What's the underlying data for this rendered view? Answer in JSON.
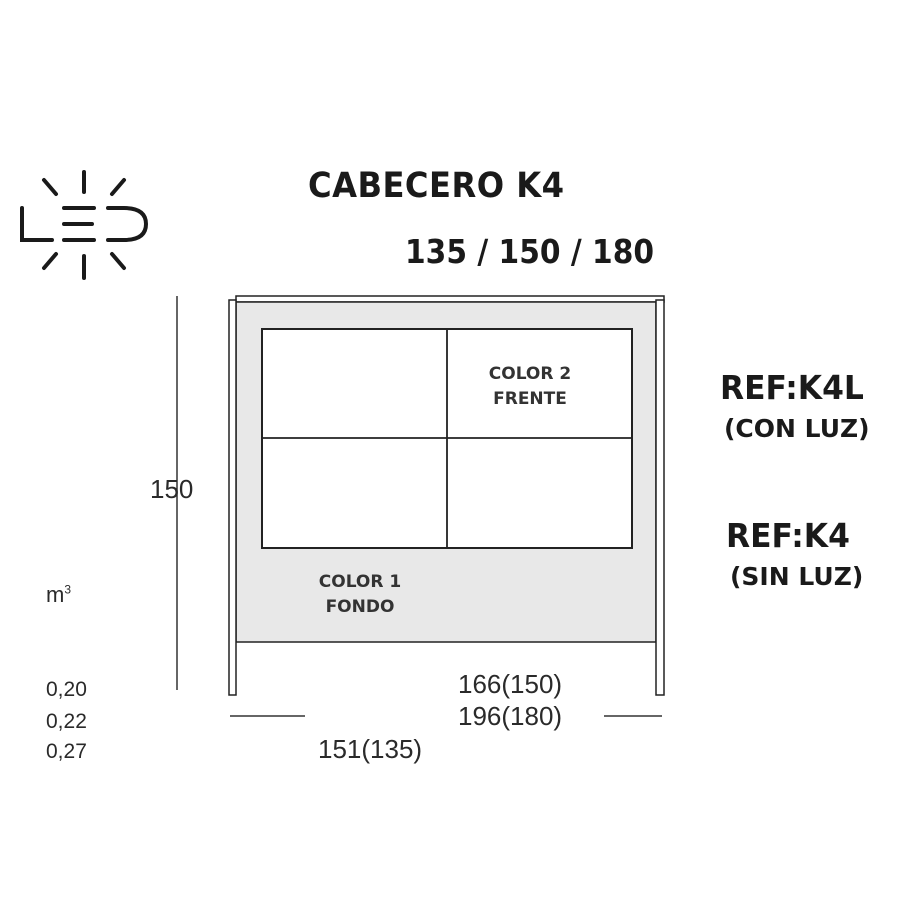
{
  "title": "CABECERO K4",
  "sizes": "135 / 150 / 180",
  "refs": [
    {
      "code": "REF:K4L",
      "note": "(CON LUZ)"
    },
    {
      "code": "REF:K4",
      "note": "(SIN LUZ)"
    }
  ],
  "dimensions": {
    "height": "150",
    "width_inner": "166(150)",
    "width_outer": "196(180)",
    "width_base": "151(135)"
  },
  "labels": {
    "color2_line1": "COLOR 2",
    "color2_line2": "FRENTE",
    "color1_line1": "COLOR 1",
    "color1_line2": "FONDO"
  },
  "volume": {
    "unit": "m",
    "unit_exp": "3",
    "values": [
      "0,20",
      "0,22",
      "0,27"
    ]
  },
  "icons": {
    "logo": "led-logo-icon"
  },
  "colors": {
    "panel_fill": "#e8e8e8",
    "stroke": "#222222"
  }
}
